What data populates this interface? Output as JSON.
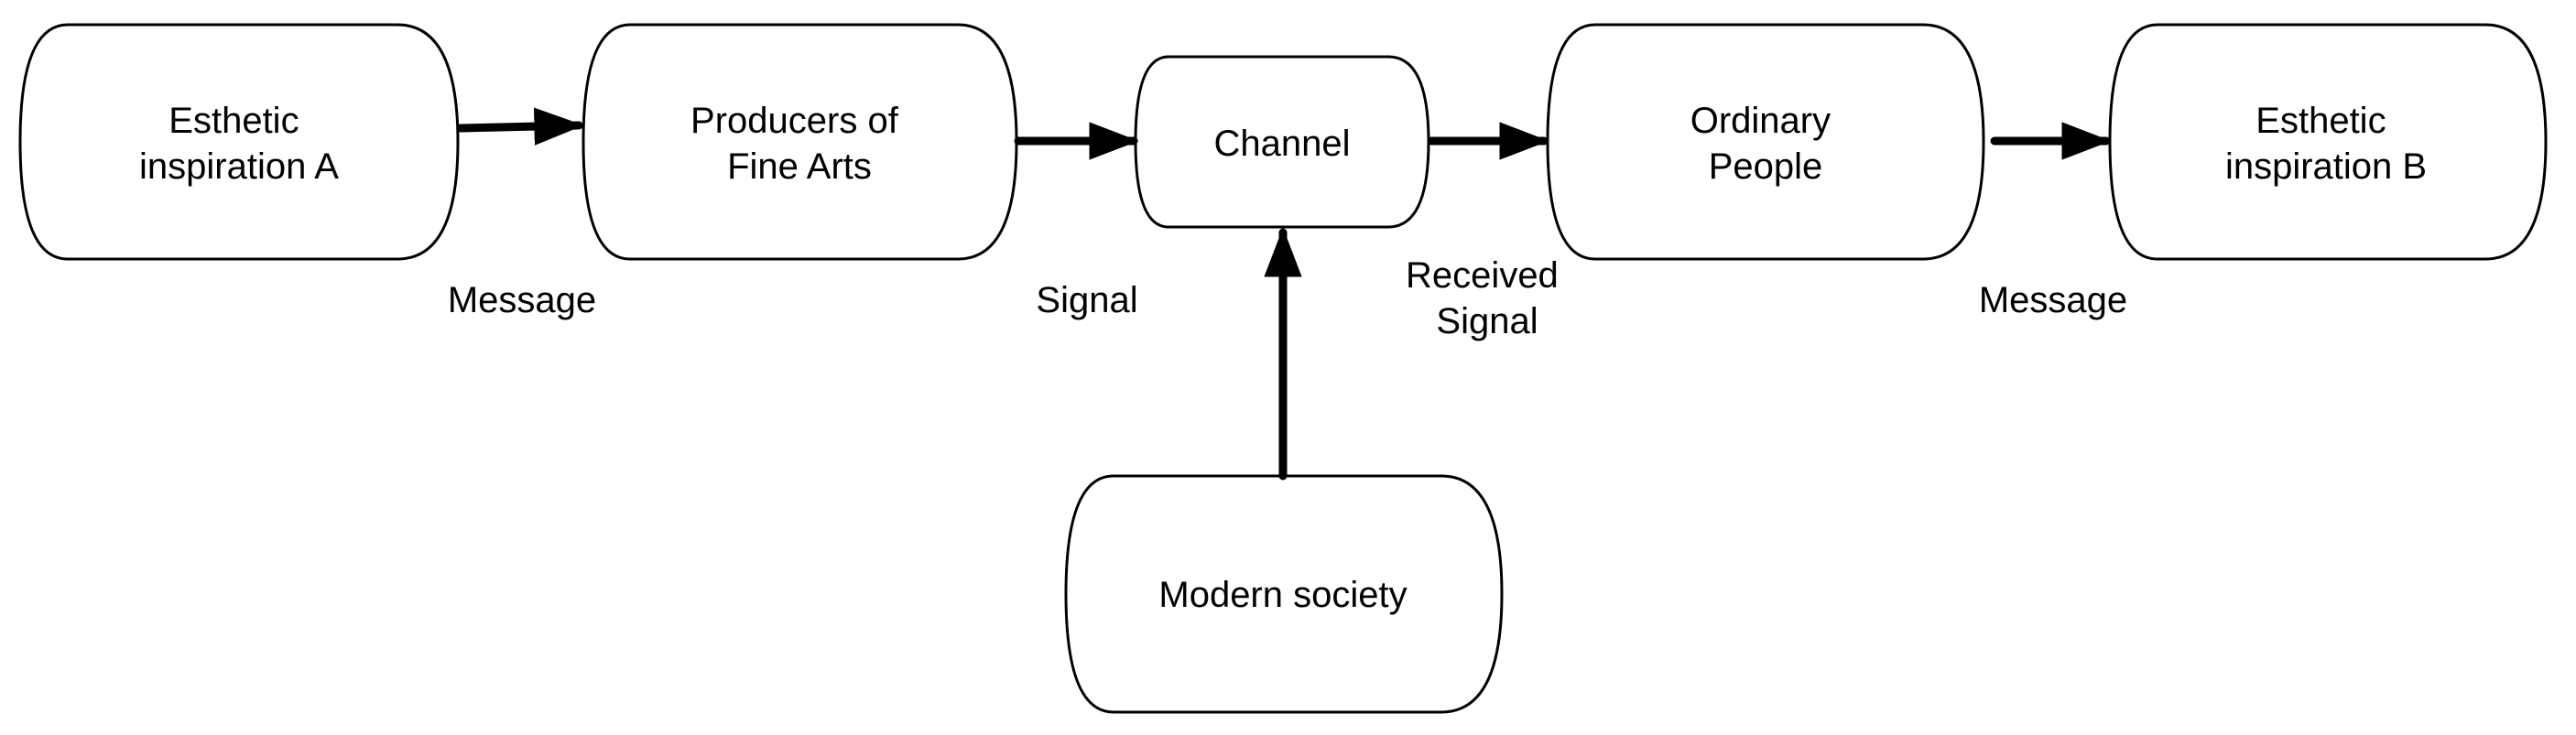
{
  "diagram": {
    "nodes": {
      "inspiration_a": {
        "lines": [
          "Esthetic",
          "inspiration A"
        ]
      },
      "producers": {
        "lines": [
          "Producers of",
          "Fine Arts"
        ]
      },
      "channel": {
        "lines": [
          "Channel"
        ]
      },
      "ordinary_people": {
        "lines": [
          "Ordinary",
          "People"
        ]
      },
      "inspiration_b": {
        "lines": [
          "Esthetic",
          "inspiration B"
        ]
      },
      "modern_society": {
        "lines": [
          "Modern society"
        ]
      }
    },
    "edges": {
      "message_1": {
        "lines": [
          "Message"
        ]
      },
      "signal": {
        "lines": [
          "Signal"
        ]
      },
      "received_signal": {
        "lines": [
          "Received",
          "Signal"
        ]
      },
      "message_2": {
        "lines": [
          "Message"
        ]
      }
    },
    "colors": {
      "stroke": "#000000",
      "fill": "#ffffff"
    }
  }
}
